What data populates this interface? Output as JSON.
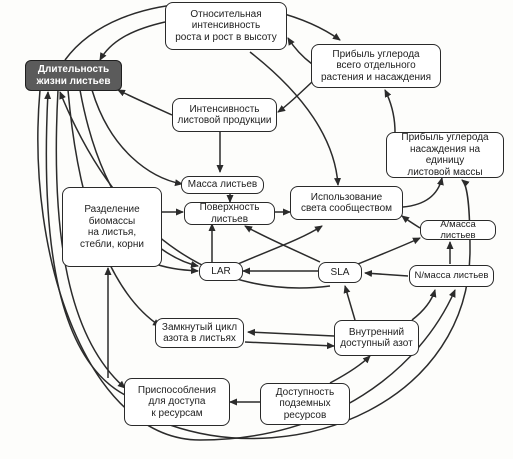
{
  "colors": {
    "line": "#2b2b2b",
    "node_fill": "#ffffff",
    "highlight_fill": "#5b5b5b",
    "highlight_text": "#ffffff"
  },
  "nodes": {
    "leaf_lifespan": "Длительность\nжизни листьев",
    "relative_growth": "Относительная\nинтенсивность\nроста и рост в высоту",
    "carbon_gain_plant": "Прибыль углерода\nвсего отдельного\nрастения и насаждения",
    "leaf_production": "Интенсивность\nлистовой продукции",
    "carbon_gain_leaf_mass": "Прибыль углерода\nнасаждения на единицу\nлистовой массы",
    "leaf_mass": "Масса листьев",
    "biomass_partition": "Разделение\nбиомассы\nна листья,\nстебли, корни",
    "leaf_surface": "Поверхность\nлистьев",
    "light_use": "Использование\nсвета сообществом",
    "a_per_mass": "A/масса листьев",
    "lar": "LAR",
    "sla": "SLA",
    "n_per_mass": "N/масса листьев",
    "n_cycle": "Замкнутый цикл\nазота в листьях",
    "internal_n": "Внутренний\nдоступный азот",
    "adaptations": "Приспособления\nдля доступа\nк ресурсам",
    "underground_resources": "Доступность\nподземных ресурсов"
  }
}
